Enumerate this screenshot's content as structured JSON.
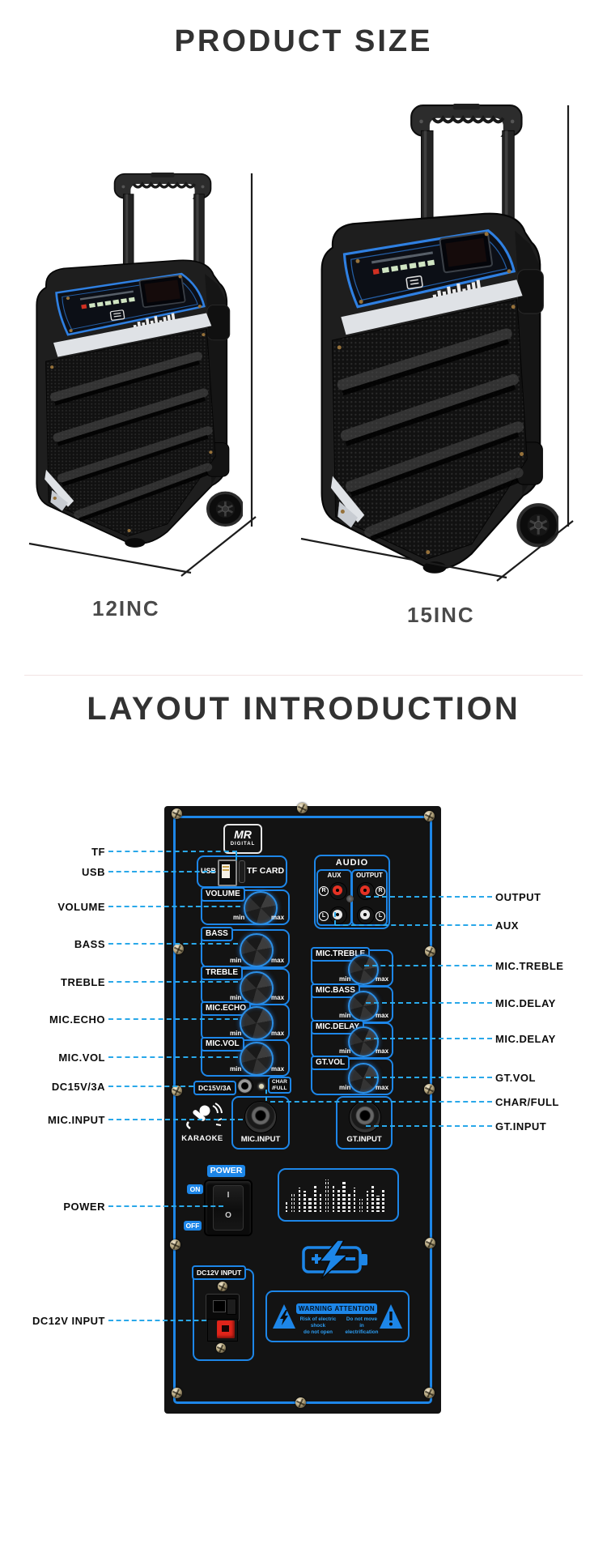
{
  "sections": {
    "product_size": {
      "title": "PRODUCT SIZE",
      "items": [
        {
          "label": "12INC"
        },
        {
          "label": "15INC"
        }
      ]
    },
    "layout": {
      "title": "LAYOUT INTRODUCTION"
    }
  },
  "colors": {
    "accent_blue": "#1d86e8",
    "dash_cyan": "#2aa8e9",
    "rca_red": "#e53224",
    "rca_white": "#e8e8e8",
    "terminal_red": "#e1251b",
    "panel_black": "#131313"
  },
  "panel": {
    "logo": {
      "top": "MR",
      "bottom": "DIGITAL"
    },
    "usb_group": {
      "usb": "USB",
      "tf_card": "TF CARD"
    },
    "knob_min": "min",
    "knob_max": "max",
    "left_knobs": [
      {
        "label": "VOLUME"
      },
      {
        "label": "BASS"
      },
      {
        "label": "TREBLE"
      },
      {
        "label": "MIC.ECHO"
      },
      {
        "label": "MIC.VOL"
      }
    ],
    "right_knobs": [
      {
        "label": "MIC.TREBLE"
      },
      {
        "label": "MIC.BASS"
      },
      {
        "label": "MIC.DELAY"
      },
      {
        "label": "GT.VOL"
      }
    ],
    "audio": {
      "title": "AUDIO",
      "aux": "AUX",
      "output": "OUTPUT",
      "right_ch": "R",
      "left_ch": "L"
    },
    "dc15": {
      "label": "DC15V/3A"
    },
    "char_full": {
      "line1": "CHAR",
      "line2": "/FULL"
    },
    "karaoke": "KARAOKE",
    "mic_input": "MIC.INPUT",
    "gt_input": "GT.INPUT",
    "power": {
      "label": "POWER",
      "on": "ON",
      "off": "OFF",
      "rocker_on": "I",
      "rocker_off": "O"
    },
    "dc12": {
      "label": "DC12V INPUT"
    },
    "warning": {
      "title": "WARNING  ATTENTION",
      "left_line1": "Risk of electric shock",
      "left_line2": "do not open",
      "right_line1": "Do not move",
      "right_line2": "in electrification"
    }
  },
  "callouts": {
    "left": [
      {
        "text": "TF"
      },
      {
        "text": "USB"
      },
      {
        "text": "VOLUME"
      },
      {
        "text": "BASS"
      },
      {
        "text": "TREBLE"
      },
      {
        "text": "MIC.ECHO"
      },
      {
        "text": "MIC.VOL"
      },
      {
        "text": "DC15V/3A"
      },
      {
        "text": "MIC.INPUT"
      },
      {
        "text": "POWER"
      },
      {
        "text": "DC12V INPUT"
      }
    ],
    "right": [
      {
        "text": "OUTPUT"
      },
      {
        "text": "AUX"
      },
      {
        "text": "MIC.TREBLE"
      },
      {
        "text": "MIC.DELAY"
      },
      {
        "text": "MIC.DELAY"
      },
      {
        "text": "GT.VOL"
      },
      {
        "text": "CHAR/FULL"
      },
      {
        "text": "GT.INPUT"
      }
    ]
  }
}
